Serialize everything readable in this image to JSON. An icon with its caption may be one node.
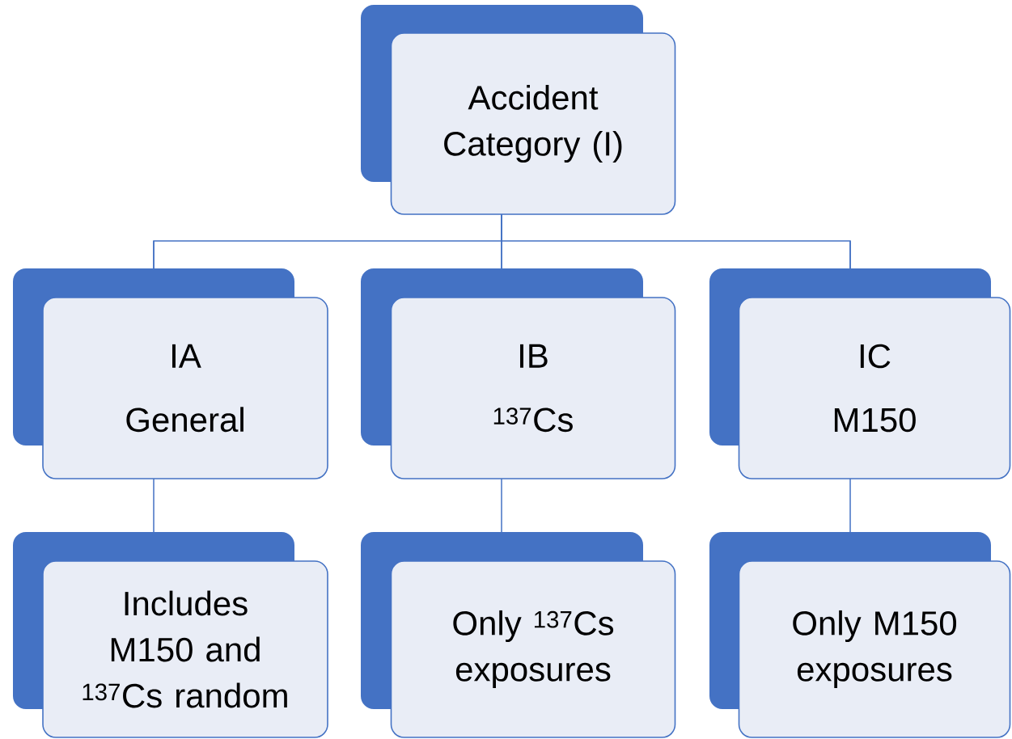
{
  "diagram": {
    "nodes": [
      {
        "text": [
          "Accident Category (I)"
        ]
      },
      {
        "text": [
          "IA",
          "General"
        ]
      },
      {
        "text": [
          "IB",
          "$^{137}$Cs"
        ]
      },
      {
        "text": [
          "IC",
          "M150"
        ]
      },
      {
        "text": [
          "Includes M150 and $^{137}$Cs random"
        ]
      },
      {
        "text": [
          "Only $^{137}$Cs exposures"
        ]
      },
      {
        "text": [
          "Only M150 exposures"
        ]
      }
    ],
    "edges": [
      {
        "from": 0,
        "to": 1,
        "arrow": "none"
      },
      {
        "from": 0,
        "to": 2,
        "arrow": "none"
      },
      {
        "from": 0,
        "to": 3,
        "arrow": "none"
      },
      {
        "from": 1,
        "to": 4,
        "arrow": "none"
      },
      {
        "from": 2,
        "to": 5,
        "arrow": "none"
      },
      {
        "from": 3,
        "to": 6,
        "arrow": "none"
      }
    ]
  }
}
